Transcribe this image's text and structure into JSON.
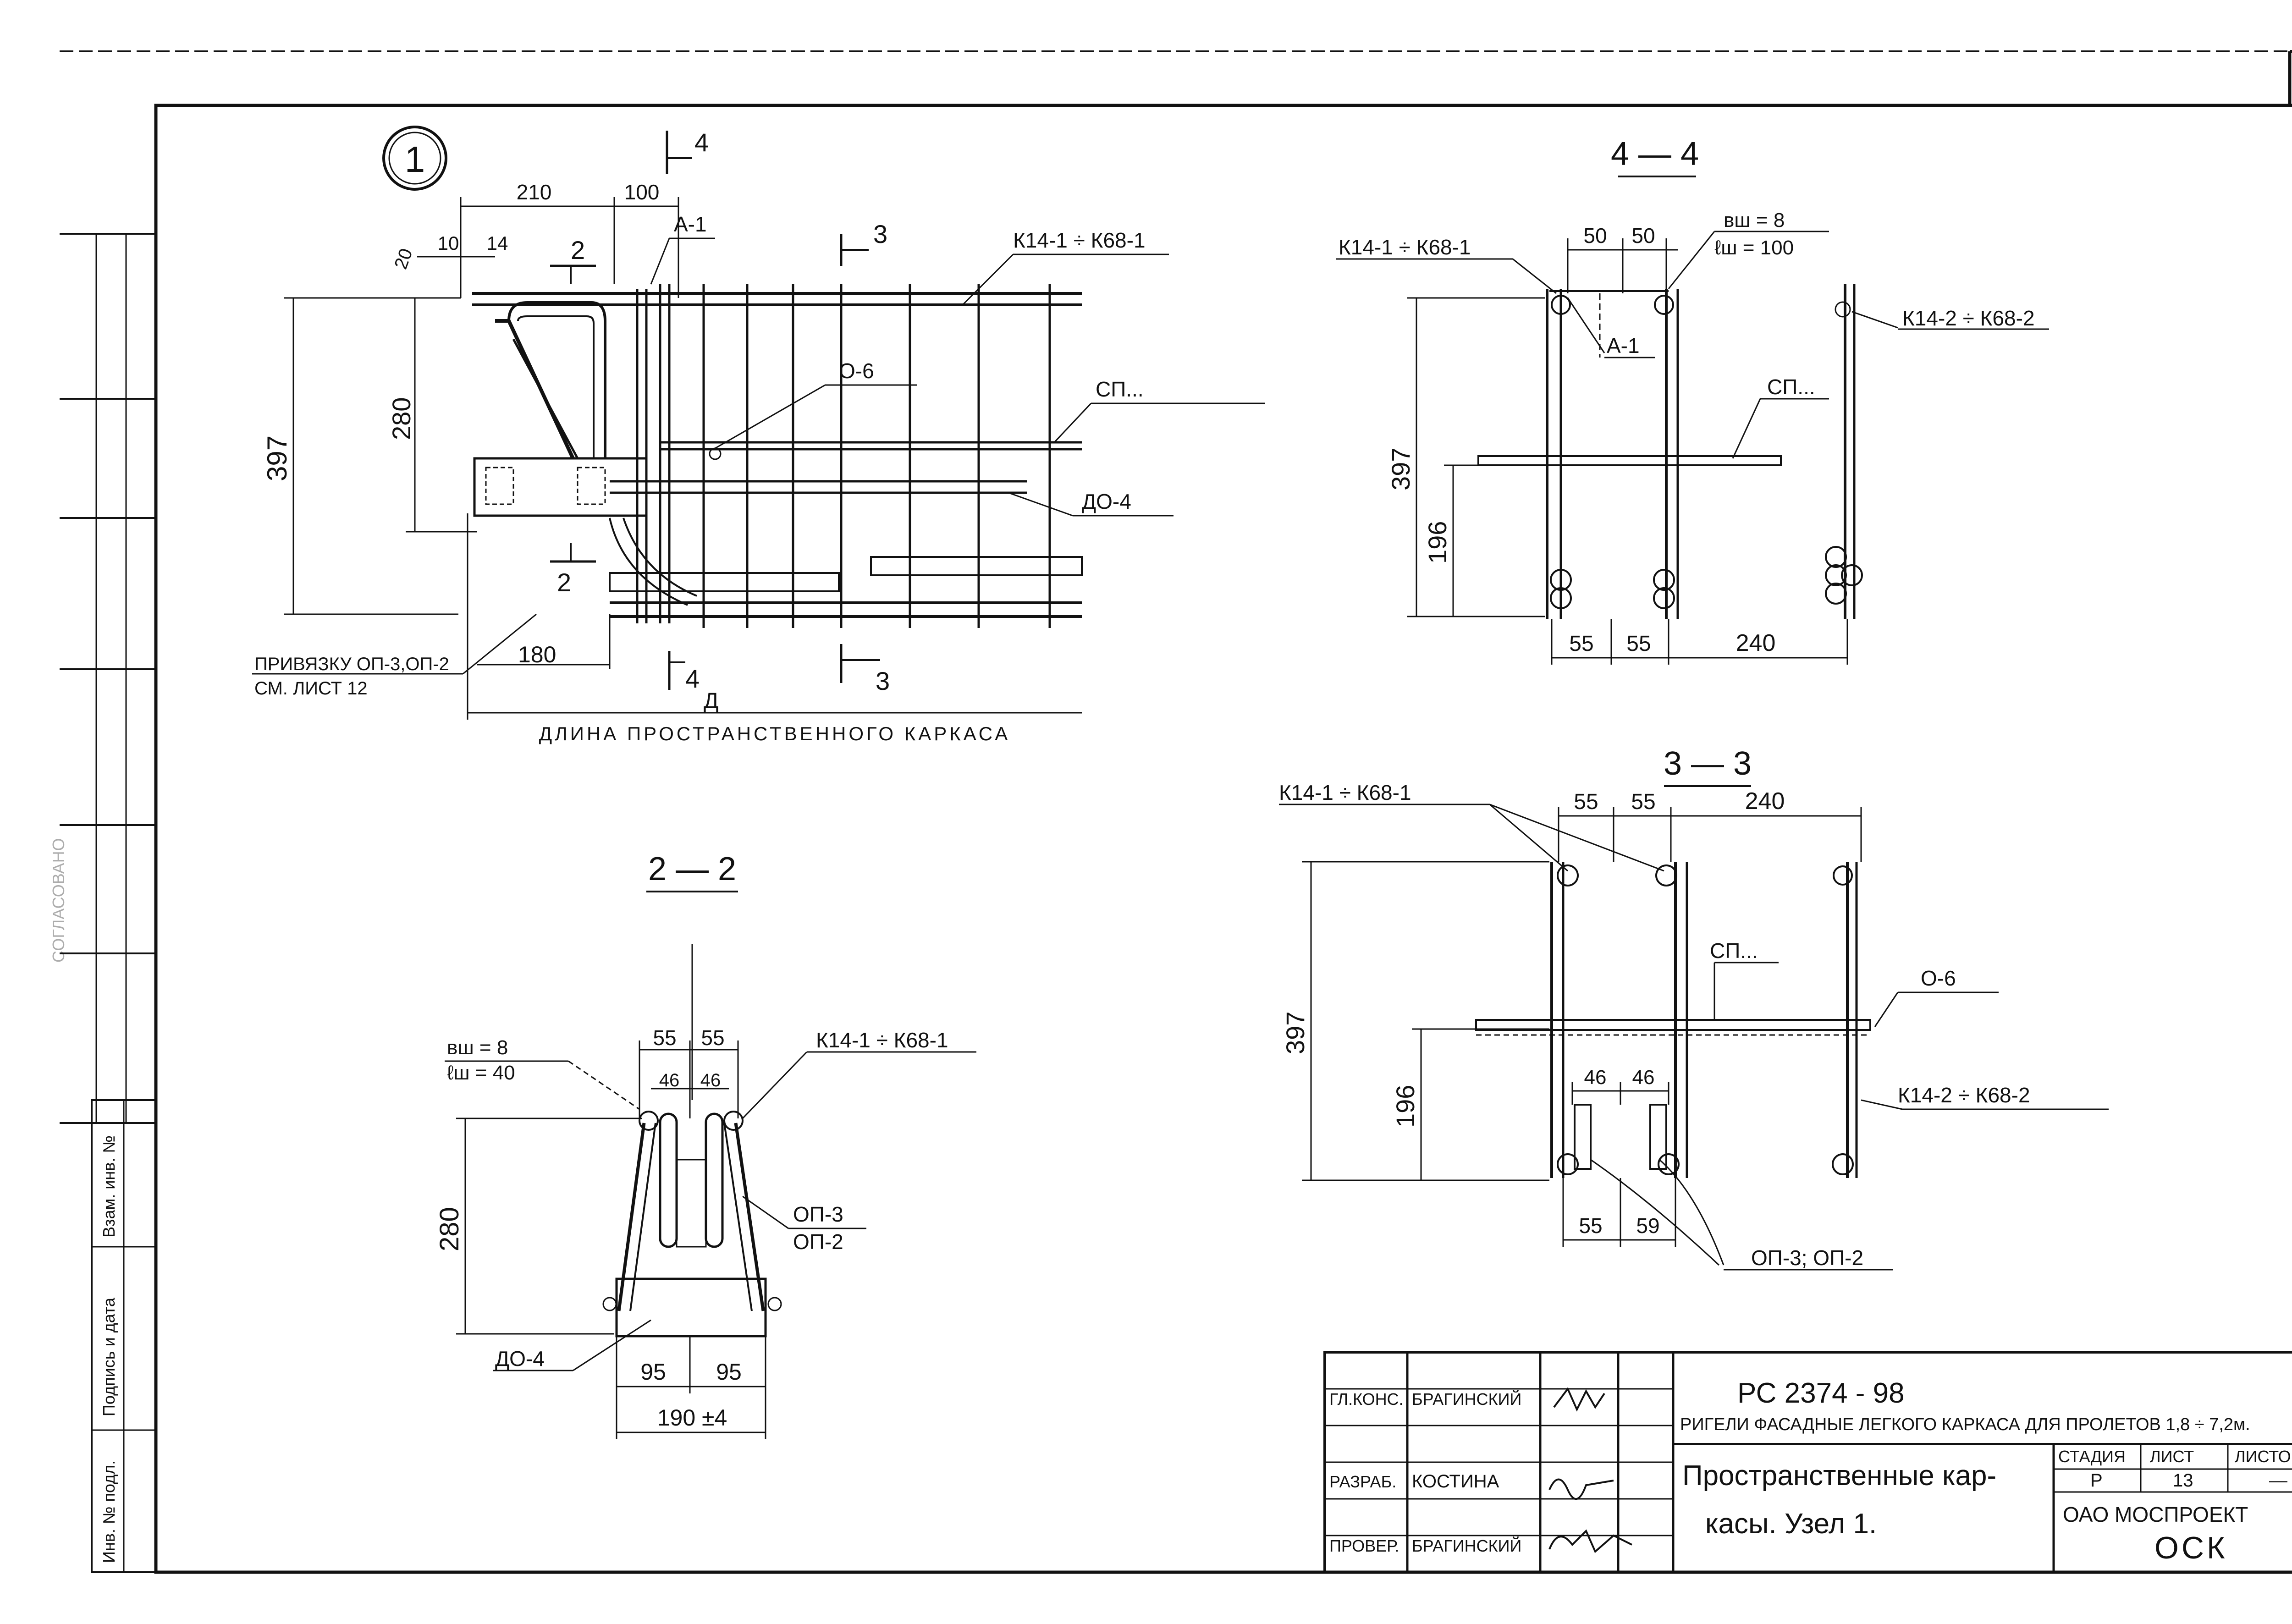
{
  "node_label": "1",
  "view_main": {
    "cut_4_top": "4",
    "cut_4_bottom": "4",
    "cut_2_top": "2",
    "cut_2_bottom": "2",
    "cut_3_top": "3",
    "cut_3_bottom": "3",
    "marker_d": "Д",
    "dim_210": "210",
    "dim_100": "100",
    "dim_10": "10",
    "dim_14": "14",
    "dim_20": "20",
    "dim_397": "397",
    "dim_280": "280",
    "dim_180": "180",
    "label_a1": "А-1",
    "label_k_top": "К14-1 ÷ К68-1",
    "label_o6": "О-6",
    "label_sp": "СП...",
    "label_do4": "ДО-4",
    "note_line1": "ПРИВЯЗКУ ОП-3,ОП-2",
    "note_line2": "СМ. ЛИСТ 12",
    "length_label": "ДЛИНА ПРОСТРАНСТВЕННОГО КАРКАСА"
  },
  "section_4_4": {
    "title": "4 — 4",
    "dim_50a": "50",
    "dim_50b": "50",
    "weld_b": "вш = 8",
    "weld_l": "ℓш = 100",
    "label_k1": "К14-1 ÷ К68-1",
    "label_k2": "К14-2 ÷ К68-2",
    "label_a1": "А-1",
    "label_sp": "СП...",
    "dim_397": "397",
    "dim_196": "196",
    "dim_55a": "55",
    "dim_55b": "55",
    "dim_240": "240"
  },
  "section_3_3": {
    "title": "3 — 3",
    "label_k1": "К14-1 ÷ К68-1",
    "dim_55a": "55",
    "dim_55b": "55",
    "dim_240": "240",
    "label_sp": "СП...",
    "label_o6": "О-6",
    "dim_397": "397",
    "dim_196": "196",
    "dim_46a": "46",
    "dim_46b": "46",
    "label_k2": "К14-2 ÷ К68-2",
    "dim_55c": "55",
    "dim_59": "59",
    "label_op": "ОП-3; ОП-2"
  },
  "section_2_2": {
    "title": "2 — 2",
    "weld_b": "вш = 8",
    "weld_l": "ℓш = 40",
    "dim_55a": "55",
    "dim_55b": "55",
    "dim_46a": "46",
    "dim_46b": "46",
    "label_k": "К14-1 ÷ К68-1",
    "dim_280": "280",
    "label_op3": "ОП-3",
    "label_op2": "ОП-2",
    "label_do4": "ДО-4",
    "dim_95a": "95",
    "dim_95b": "95",
    "dim_190": "190 ±4"
  },
  "left_strip": {
    "field1": "Взам. инв. №",
    "field2": "Подпись и дата",
    "field3": "Инв. № подл.",
    "field4": "СОГЛАСОВАНО"
  },
  "title_block": {
    "roles": [
      "ГЛ.КОНС.",
      "",
      "",
      "РАЗРАБ.",
      "",
      "ПРОВЕР."
    ],
    "names": [
      "БРАГИНСКИЙ",
      "",
      "",
      "КОСТИНА",
      "",
      "БРАГИНСКИЙ"
    ],
    "doc_code": "РС 2374 - 98",
    "doc_title": "РИГЕЛИ ФАСАДНЫЕ ЛЕГКОГО КАРКАСА ДЛЯ ПРОЛЕТОВ 1,8 ÷ 7,2м.",
    "sheet_title_1": "Пространственные кар-",
    "sheet_title_2": "касы. Узел 1.",
    "h_stage": "СТАДИЯ",
    "h_sheet": "ЛИСТ",
    "h_sheets": "ЛИСТОВ",
    "stage": "Р",
    "sheet": "13",
    "sheets": "—",
    "org": "ОАО МОСПРОЕКТ",
    "dept": "ОСК"
  }
}
